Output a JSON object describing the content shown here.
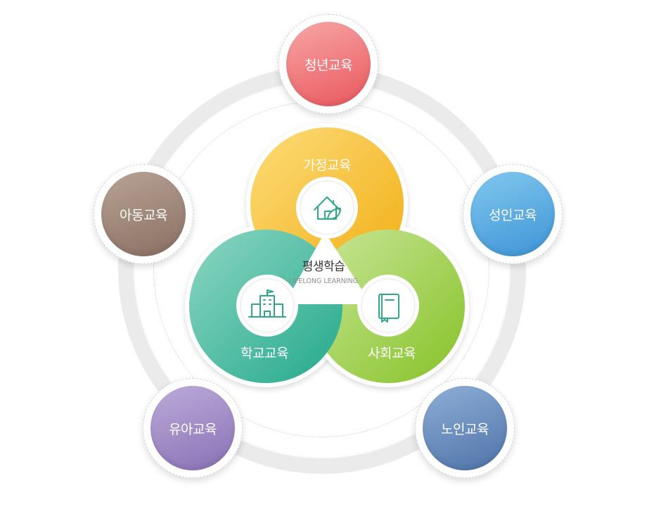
{
  "center": {
    "title": "평생학습",
    "subtitle": "LIFELONG LEARNING"
  },
  "inner_areas": [
    {
      "label": "가정교육",
      "icon": "house-leaf-icon",
      "color_start": "#fddc7a",
      "color_end": "#f1ae12"
    },
    {
      "label": "학교교육",
      "icon": "school-building-icon",
      "color_start": "#8dd6c2",
      "color_end": "#23a98c"
    },
    {
      "label": "사회교육",
      "icon": "book-icon",
      "color_start": "#c9e69a",
      "color_end": "#86c226"
    }
  ],
  "outer_nodes": [
    {
      "label": "청년교육",
      "color_start": "#f59a9a",
      "color_end": "#e9575d"
    },
    {
      "label": "성인교육",
      "color_start": "#7bc3ec",
      "color_end": "#3d94d6"
    },
    {
      "label": "노인교육",
      "color_start": "#86a8d2",
      "color_end": "#4f73a9"
    },
    {
      "label": "유아교육",
      "color_start": "#b5a2d3",
      "color_end": "#8a71b5"
    },
    {
      "label": "아동교육",
      "color_start": "#b09a8e",
      "color_end": "#8a6f61"
    }
  ],
  "colors": {
    "ring": "#ebebeb",
    "icon_stroke": "#2ea889"
  }
}
